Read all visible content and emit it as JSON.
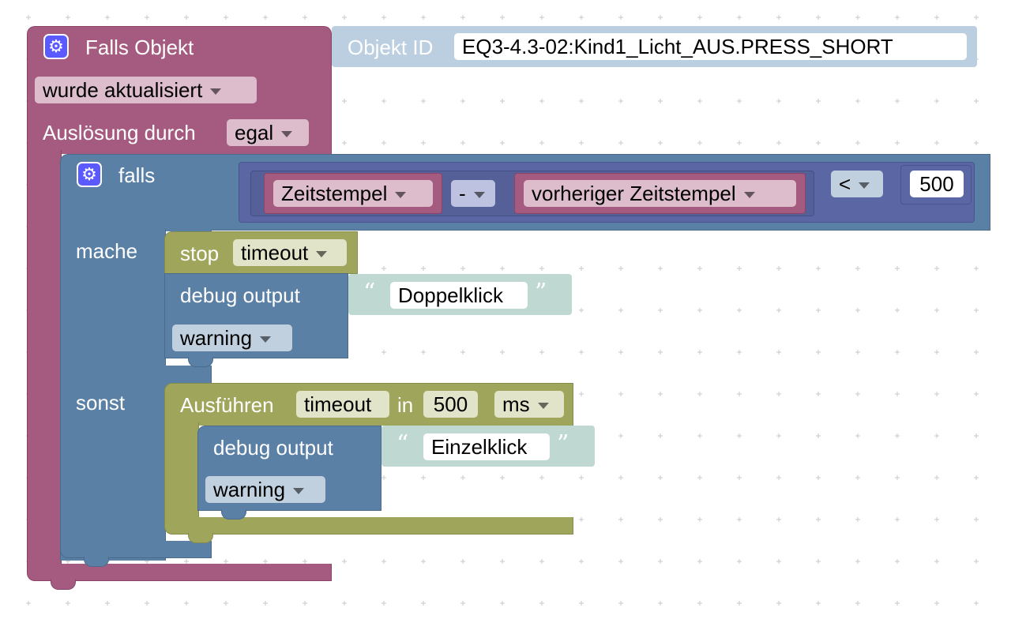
{
  "trigger": {
    "title": "Falls Objekt",
    "object_label": "Objekt ID",
    "object_id": "EQ3-4.3-02:Kind1_Licht_AUS.PRESS_SHORT",
    "condition": "wurde aktualisiert",
    "trigger_label": "Auslösung durch",
    "trigger_value": "egal"
  },
  "if_block": {
    "label": "falls",
    "left_var": "Zeitstempel",
    "operator_minus": "-",
    "right_var": "vorheriger Zeitstempel",
    "compare_op": "<",
    "compare_value": "500",
    "then_label": "mache",
    "else_label": "sonst"
  },
  "then_branch": {
    "stop_label": "stop",
    "stop_target": "timeout",
    "debug_label": "debug output",
    "debug_text": "Doppelklick",
    "debug_level": "warning"
  },
  "else_branch": {
    "exec_label": "Ausführen",
    "exec_name": "timeout",
    "in_label": "in",
    "delay_value": "500",
    "delay_unit": "ms",
    "debug_label": "debug output",
    "debug_text": "Einzelklick",
    "debug_level": "warning"
  },
  "icons": {
    "gear": "gear-icon",
    "quote_open": "“",
    "quote_close": "”"
  },
  "colors": {
    "trigger": "#a55b80",
    "logic": "#5b80a5",
    "math": "#5b67a5",
    "timer": "#9fa55b",
    "text": "#bfd9d2",
    "gear": "#5a5aff"
  }
}
